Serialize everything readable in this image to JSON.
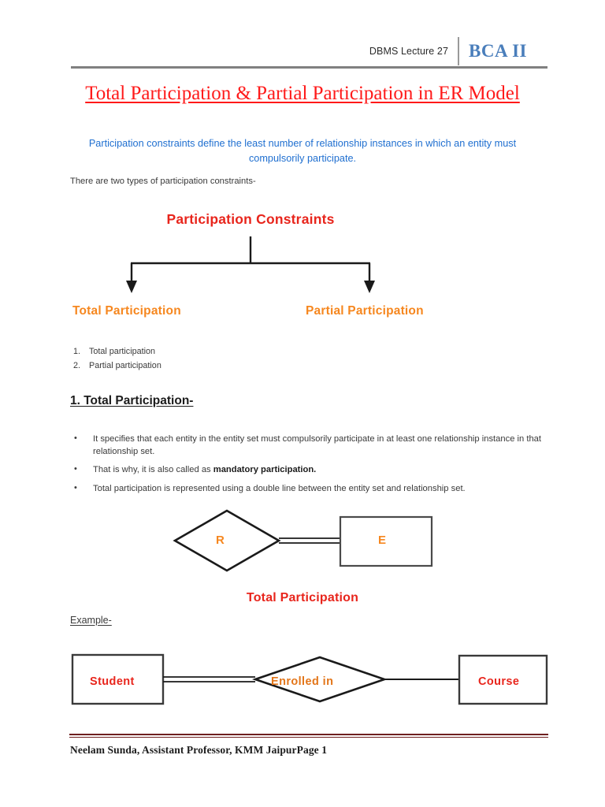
{
  "header": {
    "lecture": "DBMS Lecture 27",
    "course": "BCA II"
  },
  "title": "Total Participation & Partial Participation in ER Model",
  "subtitle": "Participation constraints define the least number of relationship instances in which an entity must compulsorily participate.",
  "intro_line": "There are two types of participation constraints-",
  "tree": {
    "root": "Participation Constraints",
    "left_leaf": "Total Participation",
    "right_leaf": "Partial Participation"
  },
  "numbered_list": [
    "Total participation",
    "Partial participation"
  ],
  "section_heading": "1. Total Participation-",
  "bullets": [
    {
      "text_before": "It specifies that each entity in the entity set must compulsorily participate in at least one relationship instance in that relationship set.",
      "bold": "",
      "text_after": ""
    },
    {
      "text_before": "That is why, it is also called as ",
      "bold": "mandatory participation.",
      "text_after": ""
    },
    {
      "text_before": "Total participation is represented using a double line between the entity set and relationship set.",
      "bold": "",
      "text_after": ""
    }
  ],
  "er_diagram_1": {
    "relationship_label": "R",
    "entity_label": "E",
    "connector": "double-line",
    "caption": "Total Participation"
  },
  "example_label": "Example-",
  "er_diagram_2": {
    "entity_left": "Student",
    "relationship": "Enrolled in",
    "entity_right": "Course",
    "left_connector": "double-line",
    "right_connector": "single-line"
  },
  "footer": {
    "text": "Neelam Sunda, Assistant Professor, KMM JaipurPage 1"
  },
  "colors": {
    "title_red": "#ff1a1a",
    "heading_red": "#e8251c",
    "orange": "#f6871f",
    "blue": "#1f6fd0",
    "course_blue": "#4a7ebb",
    "footer_rule": "#6e1f1f",
    "header_rule": "#808080"
  }
}
